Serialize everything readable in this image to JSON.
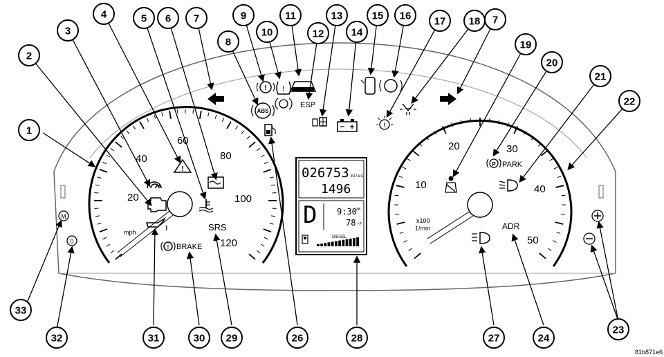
{
  "speedometer": {
    "scale": [
      "20",
      "40",
      "60",
      "80",
      "100",
      "120"
    ],
    "unit": "mph"
  },
  "tachometer": {
    "scale": [
      "10",
      "20",
      "30",
      "40",
      "50"
    ],
    "unit_line1": "x100",
    "unit_line2": "1/min"
  },
  "odometer": {
    "total": "026753",
    "total_unit": "miles",
    "trip": "1496",
    "gear": "D",
    "clock": "9:30",
    "clock_suffix": "AM",
    "temperature": "78",
    "temperature_unit": "°F",
    "fuel_type": "DIESEL"
  },
  "indicator_text": {
    "abs": "ABS",
    "esp": "ESP",
    "park": "PARK",
    "park_letter": "P",
    "srs": "SRS",
    "brake": "BRAKE",
    "adr": "ADR",
    "m_button": "M",
    "zero_button": "0"
  },
  "callouts": [
    "1",
    "2",
    "3",
    "4",
    "5",
    "6",
    "7",
    "8",
    "9",
    "10",
    "11",
    "12",
    "13",
    "14",
    "15",
    "16",
    "17",
    "18",
    "7",
    "19",
    "20",
    "21",
    "22",
    "23",
    "24",
    "26",
    "27",
    "28",
    "29",
    "30",
    "31",
    "32",
    "33"
  ],
  "figure_id": "81b871e6"
}
